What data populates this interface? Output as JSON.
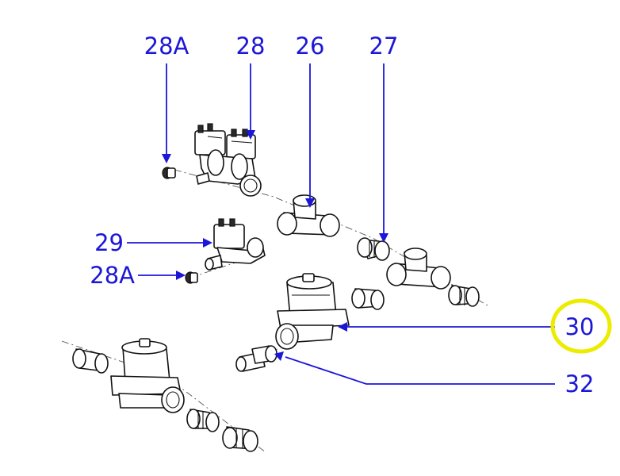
{
  "callouts": {
    "c28a_top": "28A",
    "c28": "28",
    "c26": "26",
    "c27": "27",
    "c29": "29",
    "c28a_left": "28A",
    "c30": "30",
    "c32": "32"
  },
  "colors": {
    "callout": "#1c16d8",
    "highlight": "#ecec00",
    "linework": "#111111"
  }
}
